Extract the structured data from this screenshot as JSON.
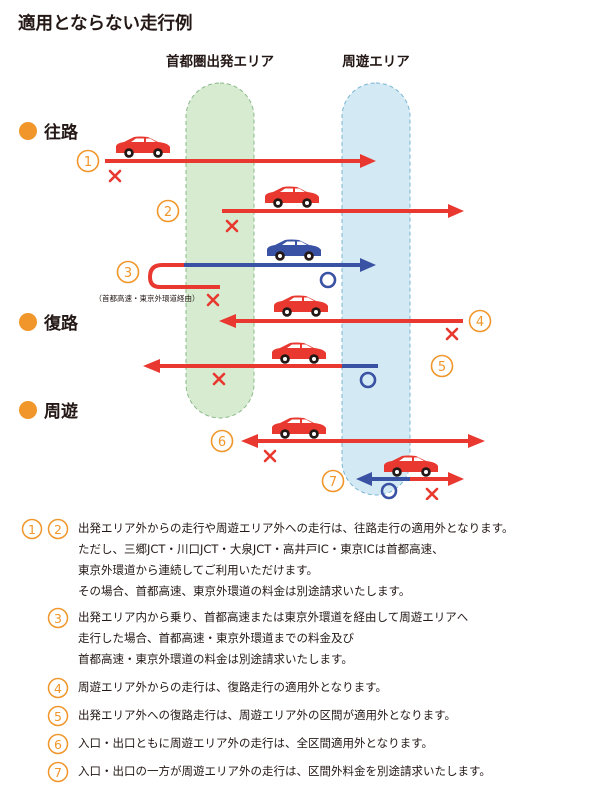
{
  "title": "適用とならない走行例",
  "zones": {
    "origin": "首都圏出発エリア",
    "tour": "周遊エリア"
  },
  "sections": {
    "outbound": "往路",
    "return": "復路",
    "tour": "周遊"
  },
  "route3_note": "（首都高速・東京外環道経由）",
  "markers": [
    "①",
    "②",
    "③",
    "④",
    "⑤",
    "⑥",
    "⑦"
  ],
  "notes": {
    "n12": {
      "markers": [
        "①",
        "②"
      ],
      "lines": [
        "出発エリア外からの走行や周遊エリア外への走行は、往路走行の適用外となります。",
        "ただし、三郷JCT・川口JCT・大泉JCT・高井戸IC・東京ICは首都高速、",
        "東京外環道から連続してご利用いただけます。",
        "その場合、首都高速、東京外環道の料金は別途請求いたします。"
      ]
    },
    "n3": {
      "marker": "③",
      "lines": [
        "出発エリア内から乗り、首都高速または東京外環道を経由して周遊エリアへ",
        "走行した場合、首都高速・東京外環道までの料金及び",
        "首都高速・東京外環道の料金は別途請求いたします。"
      ]
    },
    "n4": {
      "marker": "④",
      "text": "周遊エリア外からの走行は、復路走行の適用外となります。"
    },
    "n5": {
      "marker": "⑤",
      "text": "出発エリア外への復路走行は、周遊エリア外の区間が適用外となります。"
    },
    "n6": {
      "marker": "⑥",
      "text": "入口・出口ともに周遊エリア外の走行は、全区間適用外となります。"
    },
    "n7": {
      "marker": "⑦",
      "text": "入口・出口の一方が周遊エリア外の走行は、区間外料金を別途請求いたします。"
    }
  },
  "colors": {
    "red": "#e8382f",
    "blue": "#3a52a4",
    "orange": "#f0962a",
    "green_zone": "#d6ebd0",
    "blue_zone": "#d3e9f3",
    "text": "#231815"
  },
  "icons": {
    "car": "car-icon",
    "cross": "cross-mark-icon",
    "circle": "circle-mark-icon",
    "bullet": "orange-dot-icon"
  }
}
